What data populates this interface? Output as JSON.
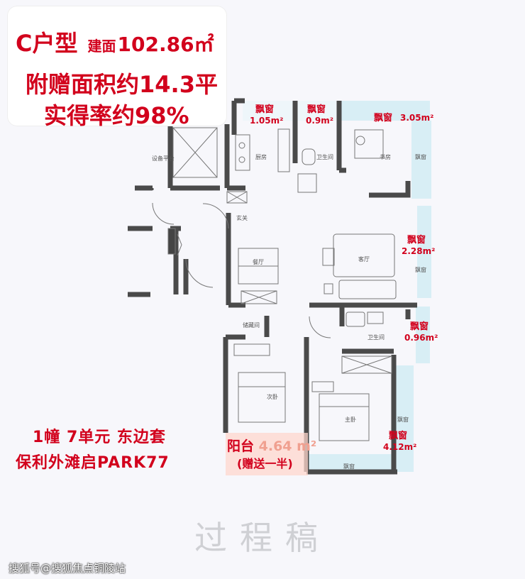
{
  "header": {
    "type_label": "C户型",
    "area_label": "建面",
    "area_value": "102.86㎡",
    "bonus_text": "附赠面积约14.3平",
    "ratio_text": "实得率约98%"
  },
  "windows": [
    {
      "title": "飘窗",
      "area": "1.05m²"
    },
    {
      "title": "飘窗",
      "area": "0.9m²"
    },
    {
      "title": "飘窗",
      "area": "3.05m²"
    },
    {
      "title": "飘窗",
      "area": "2.28m²"
    },
    {
      "title": "飘窗",
      "area": "0.96m²"
    },
    {
      "title": "飘窗",
      "area": "4.12m²"
    }
  ],
  "rooms": {
    "equipment": "设备平台",
    "kitchen": "厨房",
    "bath1": "卫生间",
    "study": "书房",
    "foyer": "玄关",
    "living": "客厅",
    "dining": "餐厅",
    "storage": "储藏间",
    "bath2": "卫生间",
    "second_bedroom": "次卧",
    "master_bedroom": "主卧",
    "bay1": "飘窗",
    "bay2": "飘窗",
    "bay3": "飘窗",
    "bay4": "飘窗"
  },
  "info": {
    "line1": "1幢 7单元 东边套",
    "line2": "保利外滩启PARK77"
  },
  "balcony": {
    "label": "阳台",
    "area": "4.64 m²",
    "note": "(赠送一半)"
  },
  "watermark": "过程稿",
  "source": "搜狐号@搜狐焦点铜陵站",
  "colors": {
    "accent_red": "#d2001c",
    "wall": "#4a4a4a",
    "glass": "#d8eef5"
  }
}
